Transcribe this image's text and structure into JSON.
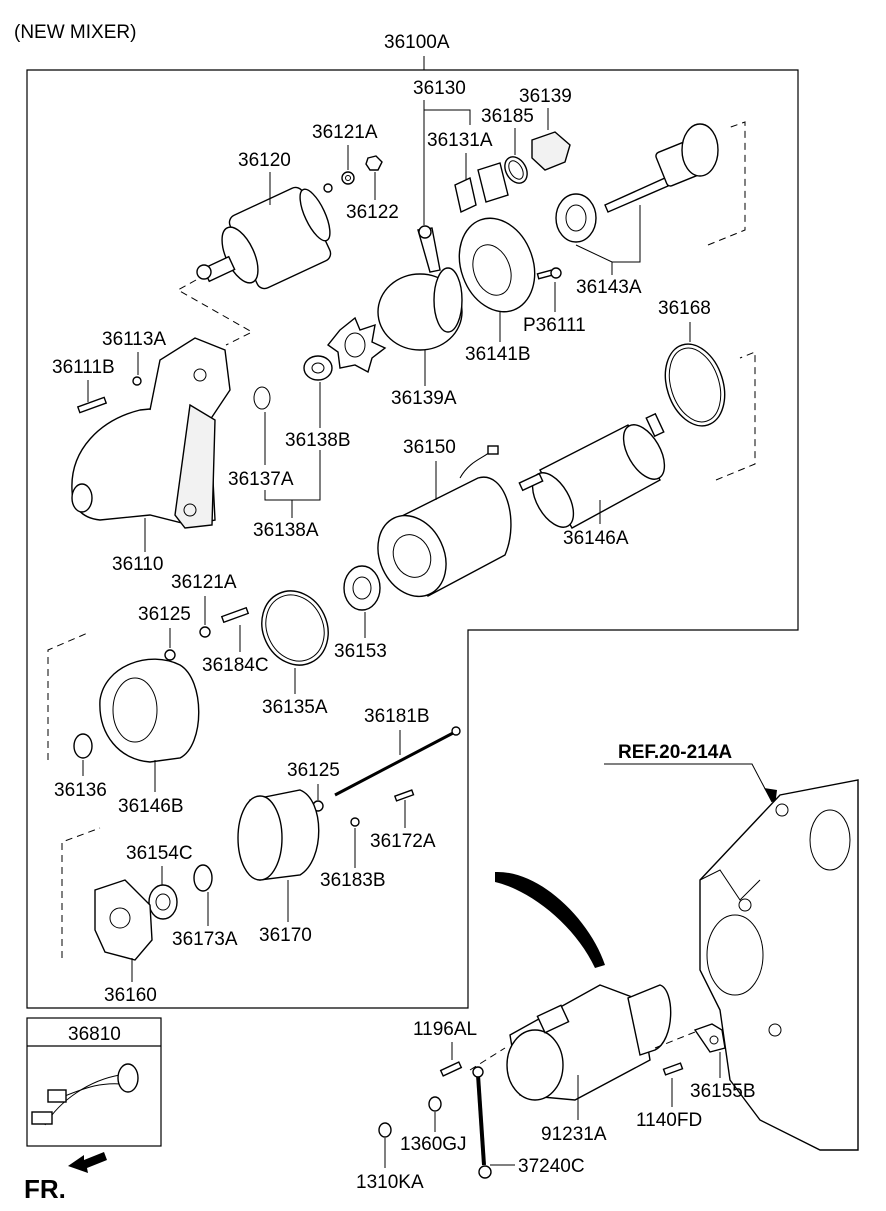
{
  "header": {
    "title": "(NEW MIXER)"
  },
  "assembly_label": "36100A",
  "ref_label": "REF.20-214A",
  "direction_label": "FR.",
  "inset_box_label": "36810",
  "parts": {
    "p36130": "36130",
    "p36139": "36139",
    "p36185": "36185",
    "p36131A": "36131A",
    "p36121A_top": "36121A",
    "p36120": "36120",
    "p36122": "36122",
    "p36143A": "36143A",
    "p36113A": "36113A",
    "p36111B": "36111B",
    "pP36111": "P36111",
    "p36168": "36168",
    "p36141B": "36141B",
    "p36139A": "36139A",
    "p36138B": "36138B",
    "p36150": "36150",
    "p36137A": "36137A",
    "p36138A": "36138A",
    "p36146A": "36146A",
    "p36110": "36110",
    "p36121A_mid": "36121A",
    "p36125_mid": "36125",
    "p36184C": "36184C",
    "p36153": "36153",
    "p36135A": "36135A",
    "p36181B": "36181B",
    "p36125_low": "36125",
    "p36136": "36136",
    "p36146B": "36146B",
    "p36172A": "36172A",
    "p36154C": "36154C",
    "p36183B": "36183B",
    "p36173A": "36173A",
    "p36170": "36170",
    "p36160": "36160",
    "p1196AL": "1196AL",
    "p36155B": "36155B",
    "p91231A": "91231A",
    "p1140FD": "1140FD",
    "p1360GJ": "1360GJ",
    "p37240C": "37240C",
    "p1310KA": "1310KA"
  }
}
